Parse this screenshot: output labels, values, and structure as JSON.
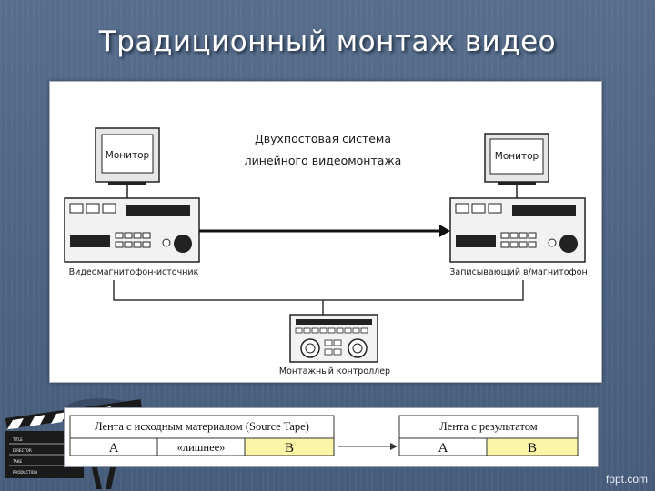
{
  "slide": {
    "title": "Традиционный монтаж видео",
    "watermark": "fppt.com"
  },
  "diagram": {
    "heading_line1": "Двухпостовая система",
    "heading_line2": "линейного видеомонтажа",
    "monitor_left_label": "Монитор",
    "monitor_right_label": "Монитор",
    "vcr_source_label": "Видеомагнитофон-источник",
    "vcr_record_label": "Записывающий в/магнитофон",
    "controller_label": "Монтажный контроллер"
  },
  "tapes": {
    "source_title": "Лента с исходным материалом (Source Tape)",
    "result_title": "Лента с результатом",
    "source_segments": [
      "A",
      "«лишнее»",
      "B"
    ],
    "result_segments": [
      "A",
      "B"
    ],
    "highlight_color": "#fbf5a8"
  },
  "clapper": {
    "rows": [
      "TITLE",
      "DIRECTOR",
      "TAKE",
      "PRODUCTION"
    ]
  }
}
